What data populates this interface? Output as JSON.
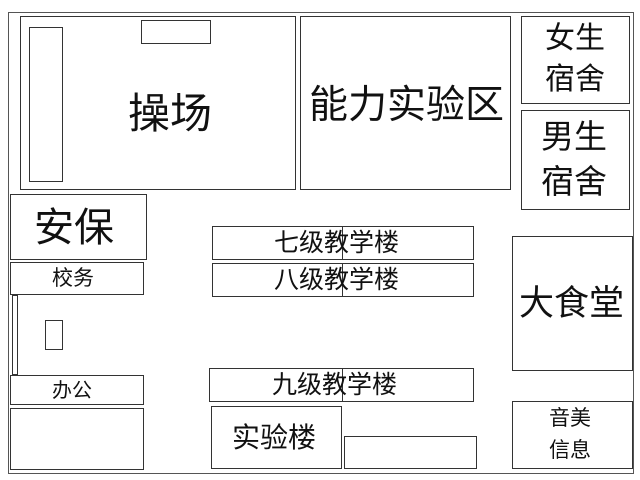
{
  "labels": {
    "playground": "操场",
    "ability_lab_zone": "能力实验区",
    "girls_dorm_line1": "女生",
    "girls_dorm_line2": "宿舍",
    "boys_dorm_line1": "男生",
    "boys_dorm_line2": "宿舍",
    "security": "安保",
    "school_affairs": "校务",
    "grade7_building": "七级教学楼",
    "grade8_building": "八级教学楼",
    "cafeteria": "大食堂",
    "office": "办公",
    "grade9_building": "九级教学楼",
    "lab_building": "实验楼",
    "music_art_line1": "音美",
    "music_art_line2": "信息"
  },
  "style": {
    "line_color": "#333333",
    "background": "#ffffff",
    "text_color": "#111111"
  }
}
